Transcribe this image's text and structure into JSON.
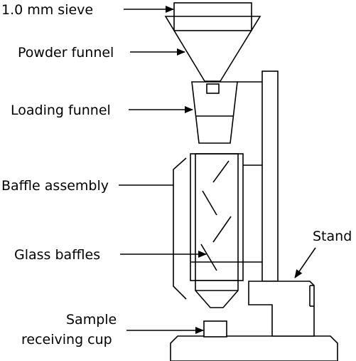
{
  "labels": {
    "sieve": "1.0 mm sieve",
    "powder_funnel": "Powder funnel",
    "loading_funnel": "Loading funnel",
    "baffle_assembly": "Baffle assembly",
    "stand": "Stand",
    "glass_baffles": "Glass baffles",
    "cup_line1": "Sample",
    "cup_line2": "receiving cup"
  },
  "colors": {
    "line": "#000000",
    "background": "#ffffff"
  }
}
